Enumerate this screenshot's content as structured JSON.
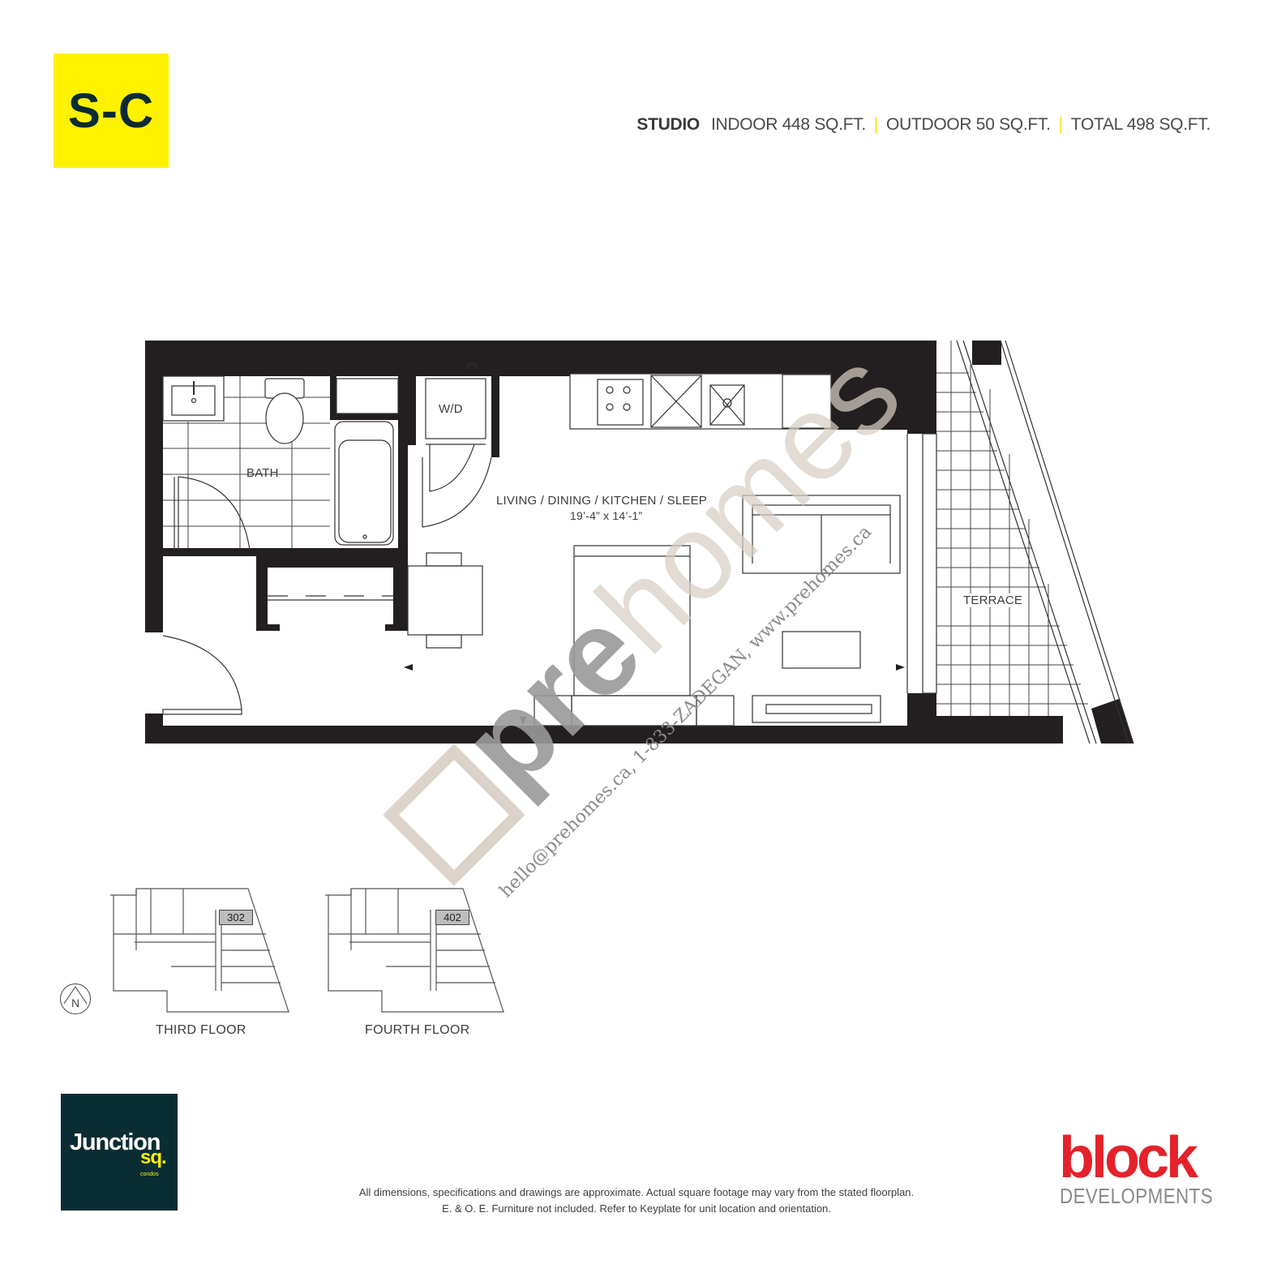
{
  "unit": {
    "code": "S-C",
    "type": "STUDIO",
    "indoor": "INDOOR 448 SQ.FT.",
    "outdoor": "OUTDOOR 50 SQ.FT.",
    "total": "TOTAL 498 SQ.FT.",
    "separator": "|"
  },
  "rooms": {
    "bath": "BATH",
    "laundry": "W/D",
    "main": "LIVING / DINING / KITCHEN / SLEEP",
    "main_dimensions": "19’-4” x 14’-1”",
    "terrace": "TERRACE"
  },
  "keyplates": [
    {
      "label": "THIRD FLOOR",
      "unit_number": "302"
    },
    {
      "label": "FOURTH FLOOR",
      "unit_number": "402"
    }
  ],
  "compass": {
    "direction": "N"
  },
  "project_logo": {
    "name": "Junction",
    "suffix": "sq.",
    "tagline": "condos"
  },
  "developer_logo": {
    "name": "block",
    "subtitle": "DEVELOPMENTS"
  },
  "disclaimer": {
    "line1": "All dimensions, specifications and drawings are approximate. Actual square footage may vary from the stated floorplan.",
    "line2": "E. & O. E. Furniture not included. Refer to Keyplate for unit location and orientation."
  },
  "watermark": {
    "brand": "prehomes",
    "contact": "hello@prehomes.ca, 1-833-ZADEGAN, www.prehomes.ca"
  },
  "colors": {
    "badge_yellow": "#fff200",
    "wall": "#231f20",
    "logo_dark": "#0a2d33",
    "developer_red": "#e4222b",
    "watermark_tan": "#d8cfc4"
  }
}
